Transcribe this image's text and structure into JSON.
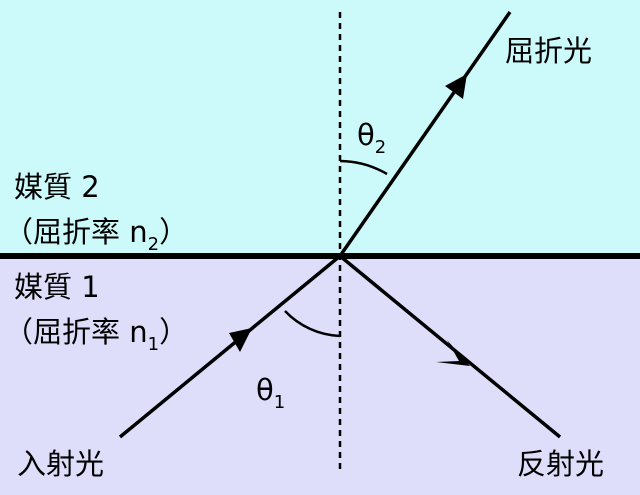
{
  "colors": {
    "medium2": "#ccfafa",
    "medium1": "#dedefb",
    "line": "#000000"
  },
  "labels": {
    "refracted_light": "屈折光",
    "incident_light": "入射光",
    "reflected_light": "反射光",
    "medium2": {
      "name": "媒質 2",
      "paren_open": "（屈折率 n",
      "sub": "2",
      "paren_close": "）"
    },
    "medium1": {
      "name": "媒質 1",
      "paren_open": "（屈折率 n",
      "sub": "1",
      "paren_close": "）"
    },
    "theta2": {
      "symbol": "θ",
      "sub": "2"
    },
    "theta1": {
      "symbol": "θ",
      "sub": "1"
    }
  }
}
